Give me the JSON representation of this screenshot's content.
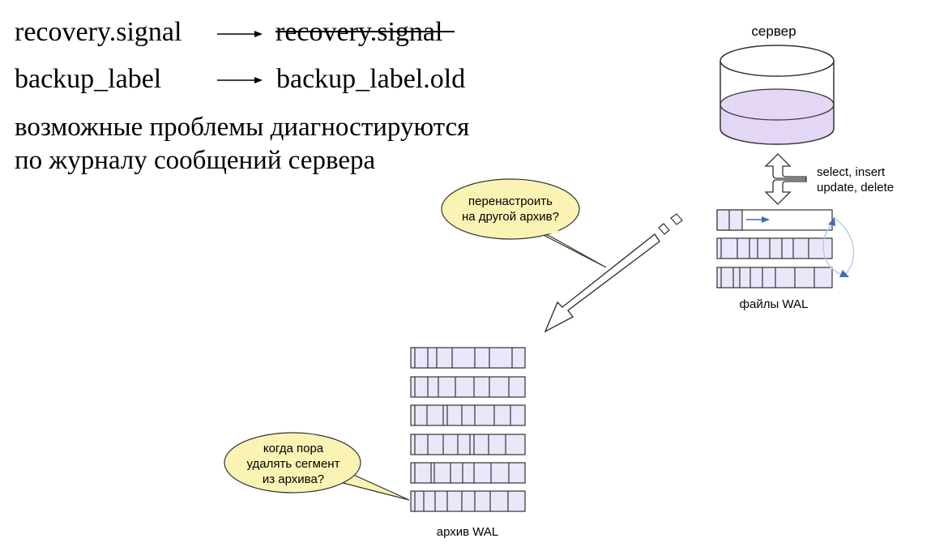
{
  "renames": [
    {
      "from": "recovery.signal",
      "to": "recovery.signal",
      "to_struck": true
    },
    {
      "from": "backup_label",
      "to": "backup_label.old",
      "to_struck": false
    }
  ],
  "note": {
    "line1": "возможные проблемы диагностируются",
    "line2": "по журналу сообщений сервера"
  },
  "server": {
    "label": "сервер"
  },
  "ops": {
    "line1": "select, insert",
    "line2": "update, delete"
  },
  "wal_files": {
    "label": "файлы WAL"
  },
  "archive": {
    "label": "архив WAL"
  },
  "bubble_reconfigure": {
    "line1": "перенастроить",
    "line2": "на другой архив?"
  },
  "bubble_delete": {
    "line1": "когда пора",
    "line2": "удалять сегмент",
    "line3": "из архива?"
  },
  "colors": {
    "segment_fill": "#ece6fb",
    "db_liquid": "#e4d6f5",
    "bubble_fill": "#faf3b4",
    "arrow_blue": "#3e6fb5",
    "cycle_blue": "#b9cde8"
  }
}
